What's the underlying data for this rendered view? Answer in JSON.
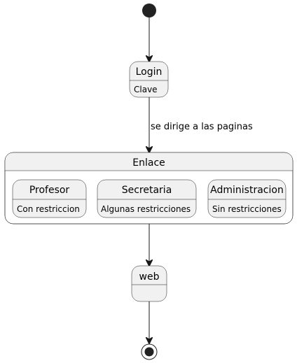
{
  "diagram": {
    "states": {
      "login": {
        "title": "Login",
        "description": "Clave"
      },
      "enlace": {
        "title": "Enlace",
        "substates": {
          "profesor": {
            "title": "Profesor",
            "description": "Con restriccion"
          },
          "secretaria": {
            "title": "Secretaria",
            "description": "Algunas restricciones"
          },
          "administracion": {
            "title": "Administracion",
            "description": "Sin restricciones"
          }
        }
      },
      "web": {
        "title": "web"
      }
    },
    "transitions": {
      "login_to_enlace": {
        "label": "se dirige a las paginas"
      }
    },
    "colors": {
      "state_fill": "#f1f1f1",
      "border": "#181818",
      "background": "#ffffff",
      "text": "#000000"
    }
  }
}
